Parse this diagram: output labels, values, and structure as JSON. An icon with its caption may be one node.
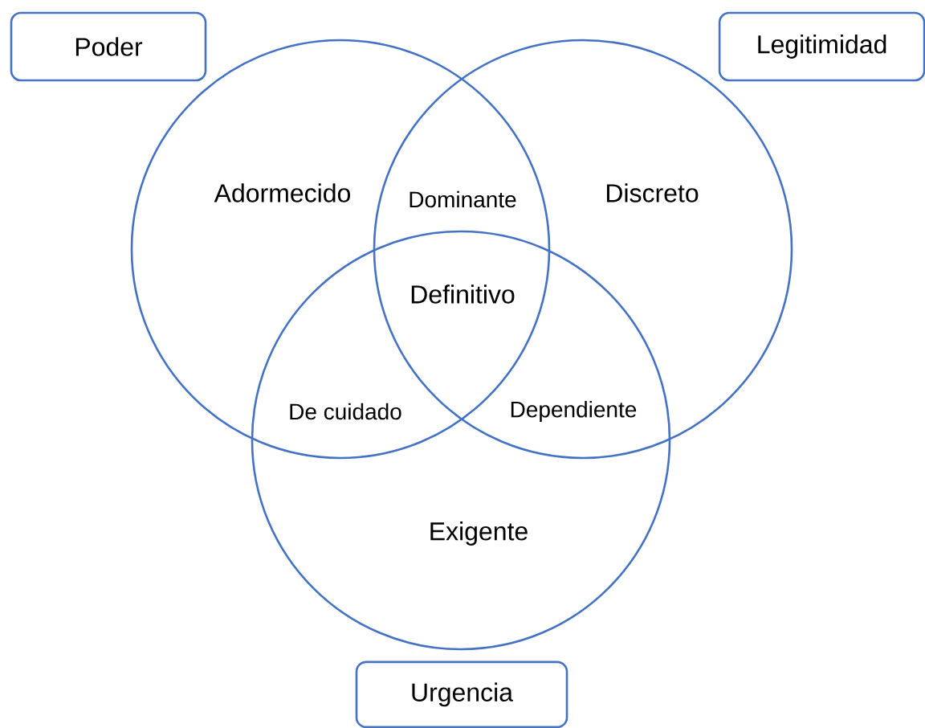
{
  "diagram": {
    "nodes": [
      {
        "text": [
          "Poder"
        ]
      },
      {
        "text": [
          "Legitimidad"
        ]
      },
      {
        "text": [
          "Urgencia"
        ]
      },
      {
        "text": [],
        "shape": "circle"
      },
      {
        "text": [],
        "shape": "circle"
      },
      {
        "text": [],
        "shape": "circle"
      }
    ],
    "edges": [],
    "labels": [
      "Adormecido",
      "Dominante",
      "Discreto",
      "Definitivo",
      "De cuidado",
      "Dependiente",
      "Exigente"
    ]
  }
}
